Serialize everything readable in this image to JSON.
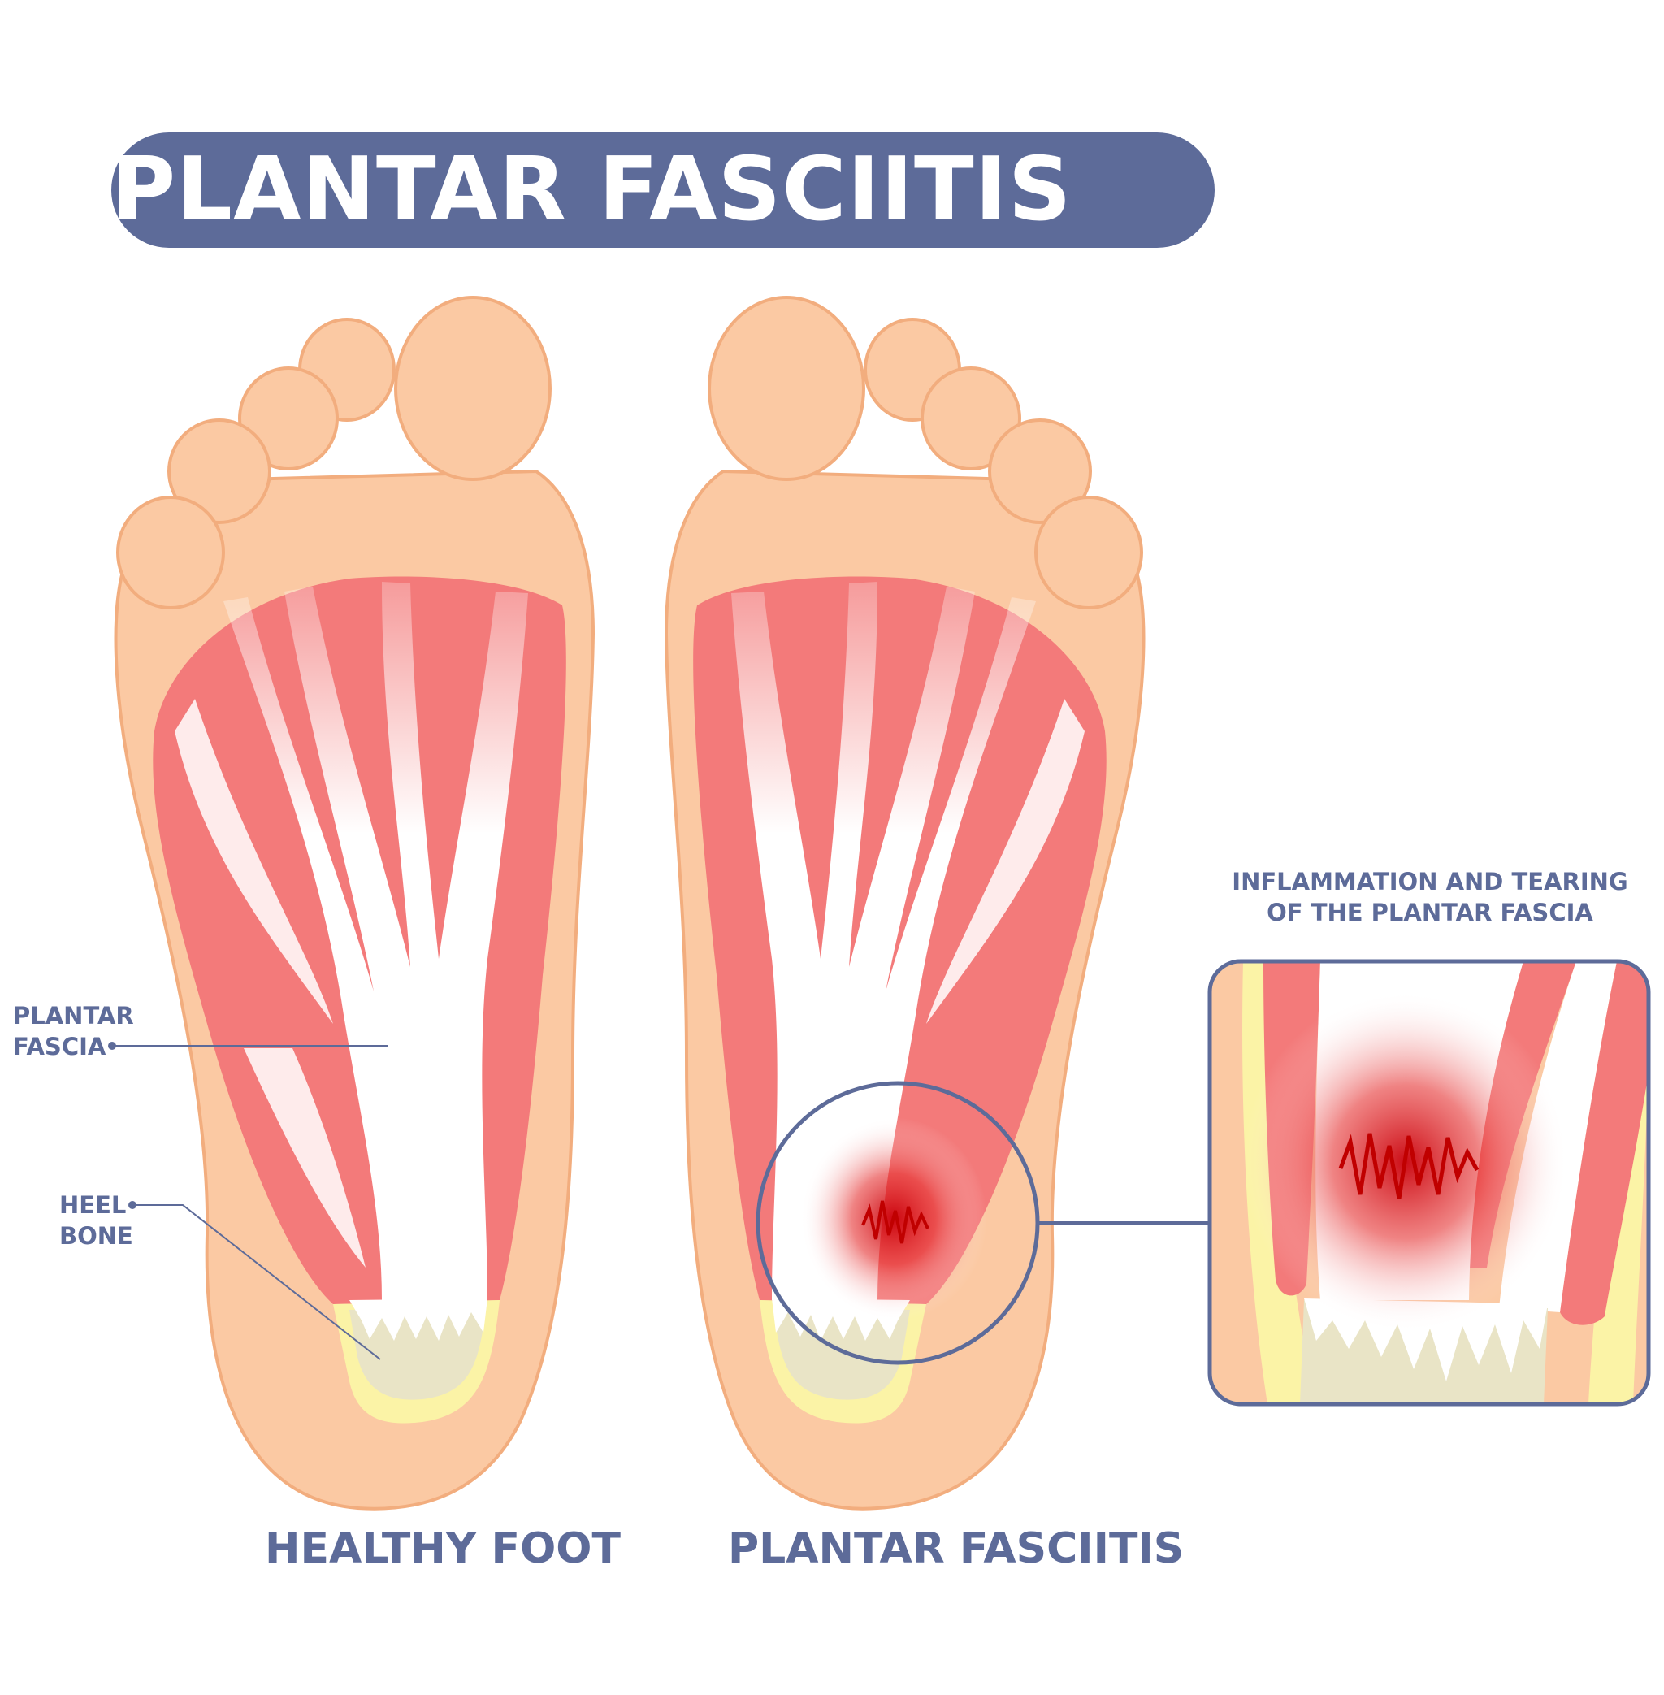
{
  "title": "PLANTAR FASCIITIS",
  "labels": {
    "plantar_fascia_line1": "PLANTAR",
    "plantar_fascia_line2": "FASCIA",
    "heel_bone_line1": "HEEL",
    "heel_bone_line2": "BONE",
    "inflammation_line1": "INFLAMMATION AND TEARING",
    "inflammation_line2": "OF THE PLANTAR FASCIA",
    "healthy_foot": "HEALTHY FOOT",
    "plantar_fasciitis_caption": "PLANTAR FASCIITIS"
  },
  "colors": {
    "accent": "#5d6b99",
    "skin": "#fbc9a3",
    "skin_outline": "#f2ad7e",
    "muscle": "#f37a7a",
    "fascia": "#ffffff",
    "bone": "#e9e4c6",
    "fat_pad": "#fbf3a6",
    "inflammation": "#cc0000"
  }
}
